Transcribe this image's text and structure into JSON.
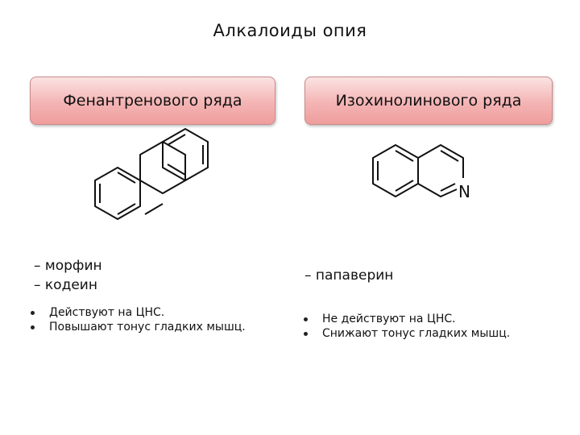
{
  "title": "Алкалоиды опия",
  "left": {
    "category": "Фенантренового ряда",
    "drugs": [
      "– морфин",
      "– кодеин"
    ],
    "effects": [
      "Действуют на ЦНС.",
      "Повышают тонус гладких мышц."
    ]
  },
  "right": {
    "category": "Изохинолинового ряда",
    "drugs": [
      "– папаверин"
    ],
    "atom_label": "N",
    "effects": [
      "Не действуют на ЦНС.",
      "Снижают тонус гладких мышц."
    ]
  }
}
